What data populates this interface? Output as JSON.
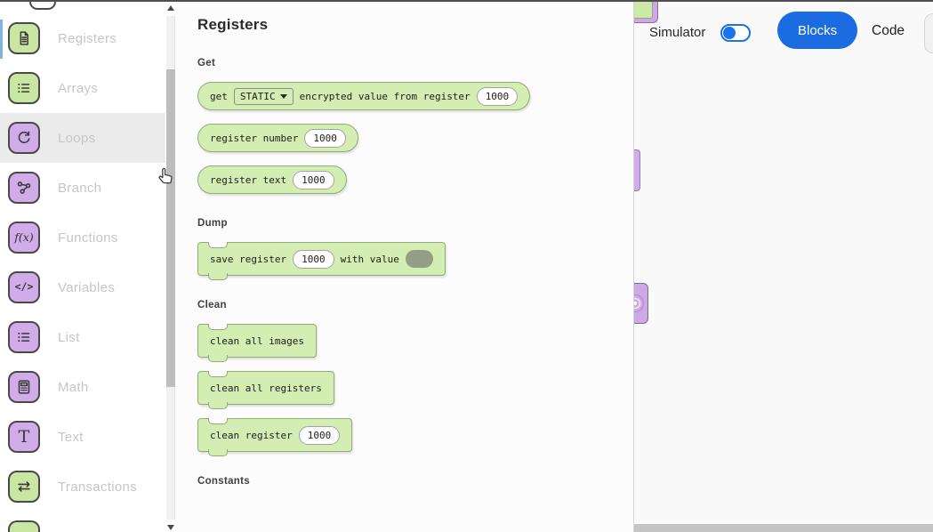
{
  "header": {
    "simulator_label": "Simulator",
    "simulator_toggle_on": false,
    "blocks_label": "Blocks",
    "code_label": "Code"
  },
  "sidebar": {
    "items": [
      {
        "label": "Registers",
        "icon": "document-icon",
        "color": "green",
        "selected": true,
        "highlighted": false
      },
      {
        "label": "Arrays",
        "icon": "bulleted-list-icon",
        "color": "green",
        "selected": false,
        "highlighted": false
      },
      {
        "label": "Loops",
        "icon": "loop-arrow-icon",
        "color": "purple",
        "selected": false,
        "highlighted": true
      },
      {
        "label": "Branch",
        "icon": "branch-nodes-icon",
        "color": "purple",
        "selected": false,
        "highlighted": false
      },
      {
        "label": "Functions",
        "icon": "function-icon",
        "color": "purple",
        "selected": false,
        "highlighted": false
      },
      {
        "label": "Variables",
        "icon": "code-brackets-icon",
        "color": "purple",
        "selected": false,
        "highlighted": false
      },
      {
        "label": "List",
        "icon": "bulleted-list-icon",
        "color": "purple",
        "selected": false,
        "highlighted": false
      },
      {
        "label": "Math",
        "icon": "calculator-icon",
        "color": "purple",
        "selected": false,
        "highlighted": false
      },
      {
        "label": "Text",
        "icon": "text-t-icon",
        "color": "purple",
        "selected": false,
        "highlighted": false
      },
      {
        "label": "Transactions",
        "icon": "swap-arrows-icon",
        "color": "green",
        "selected": false,
        "highlighted": false
      }
    ]
  },
  "flyout": {
    "title": "Registers",
    "sections": [
      {
        "label": "Get",
        "blocks": [
          {
            "shape": "pill",
            "name": "get-encrypted-value-block",
            "parts": [
              {
                "type": "text",
                "value": "get"
              },
              {
                "type": "dropdown",
                "value": "STATIC"
              },
              {
                "type": "text",
                "value": "encrypted value from register"
              },
              {
                "type": "value",
                "value": "1000"
              }
            ]
          },
          {
            "shape": "pill",
            "name": "register-number-block",
            "parts": [
              {
                "type": "text",
                "value": "register number"
              },
              {
                "type": "value",
                "value": "1000"
              }
            ]
          },
          {
            "shape": "pill",
            "name": "register-text-block",
            "parts": [
              {
                "type": "text",
                "value": "register text"
              },
              {
                "type": "value",
                "value": "1000"
              }
            ]
          }
        ]
      },
      {
        "label": "Dump",
        "blocks": [
          {
            "shape": "statement",
            "name": "save-register-block",
            "parts": [
              {
                "type": "text",
                "value": "save register"
              },
              {
                "type": "value",
                "value": "1000"
              },
              {
                "type": "text",
                "value": "with value"
              },
              {
                "type": "socket",
                "value": ""
              }
            ]
          }
        ]
      },
      {
        "label": "Clean",
        "blocks": [
          {
            "shape": "statement",
            "name": "clean-all-images-block",
            "parts": [
              {
                "type": "text",
                "value": "clean all images"
              }
            ]
          },
          {
            "shape": "statement",
            "name": "clean-all-registers-block",
            "parts": [
              {
                "type": "text",
                "value": "clean all registers"
              }
            ]
          },
          {
            "shape": "statement",
            "name": "clean-register-block",
            "parts": [
              {
                "type": "text",
                "value": "clean register"
              },
              {
                "type": "value",
                "value": "1000"
              }
            ]
          }
        ]
      },
      {
        "label": "Constants",
        "blocks": []
      }
    ]
  },
  "colors": {
    "green_block": "#d3edb2",
    "green_border": "#94ab77",
    "green_icon": "#c9e7a3",
    "purple_icon": "#d2abe9",
    "accent_blue": "#1a6ce0",
    "toggle_blue": "#1a73e8",
    "selected_indicator": "#82b1e4"
  }
}
